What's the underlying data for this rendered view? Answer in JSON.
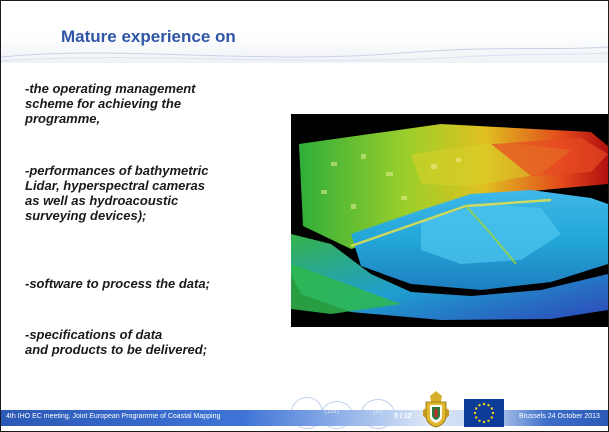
{
  "slide": {
    "title": "Mature experience on",
    "items": [
      "-the operating management\n   scheme for achieving the\n   programme,",
      "-performances of bathymetric\n   Lidar, hyperspectral cameras\n   as well as hydroacoustic\n   surveying devices);",
      "-software to process the data;",
      "-specifications of data\n and products to be delivered;"
    ]
  },
  "footer": {
    "meeting_text": "4th IHO EC meeting, Joint European Programme of Coastal Mapping",
    "page_number": "5 / 12",
    "date_text": "Brussels 24 October  2013",
    "ghost_labels": [
      "(1B)",
      "(0)"
    ]
  },
  "images": {
    "photo": "lidar-point-cloud-harbour",
    "logo_left": "hydrographic-crest-logo",
    "logo_right": "eu-flag-logo"
  },
  "colors": {
    "title": "#2f56a6",
    "footer_bar": "#2c59b7"
  }
}
